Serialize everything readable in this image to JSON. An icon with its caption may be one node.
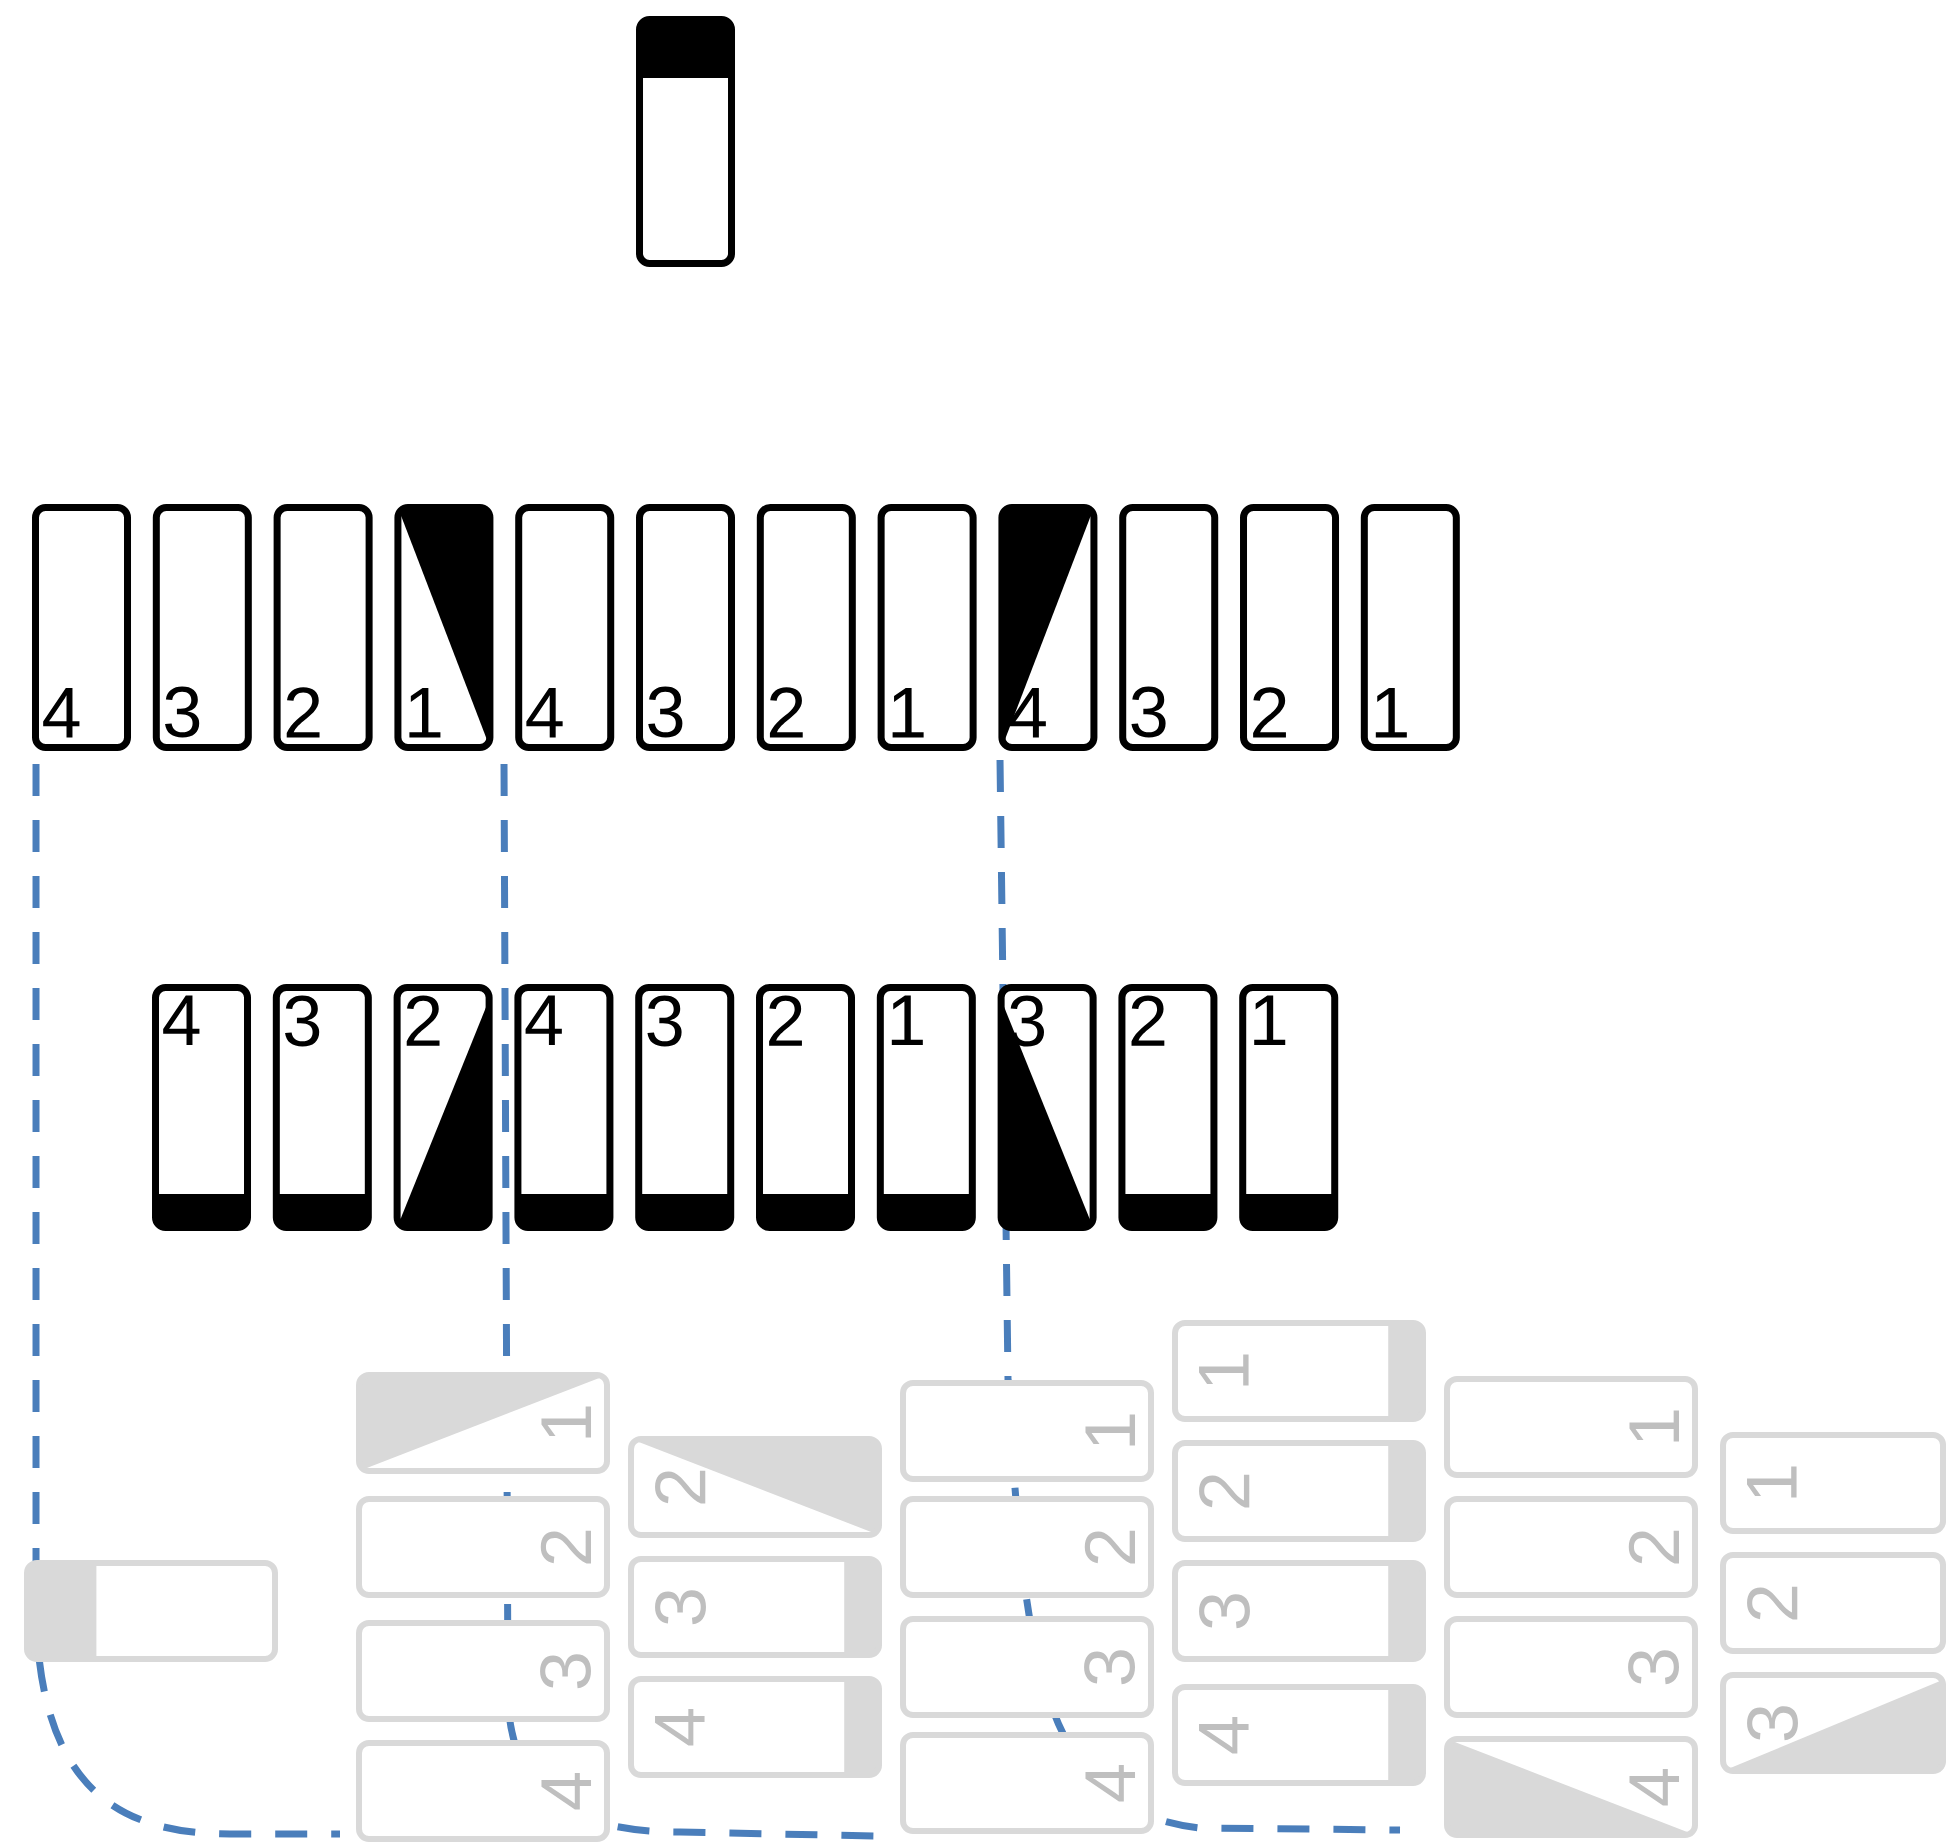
{
  "diagram": {
    "nodes": [
      {
        "text": [],
        "shape": "box"
      },
      {
        "text": [
          "4"
        ]
      },
      {
        "text": [
          "3"
        ]
      },
      {
        "text": [
          "2"
        ]
      },
      {
        "text": [
          "1"
        ]
      },
      {
        "text": [
          "4"
        ]
      },
      {
        "text": [
          "3"
        ]
      },
      {
        "text": [
          "2"
        ]
      },
      {
        "text": [
          "1"
        ]
      },
      {
        "text": [
          "4"
        ]
      },
      {
        "text": [
          "3"
        ]
      },
      {
        "text": [
          "2"
        ]
      },
      {
        "text": [
          "1"
        ]
      },
      {
        "text": [
          "4"
        ]
      },
      {
        "text": [
          "3"
        ]
      },
      {
        "text": [
          "2"
        ]
      },
      {
        "text": [
          "4"
        ]
      },
      {
        "text": [
          "3"
        ]
      },
      {
        "text": [
          "2"
        ]
      },
      {
        "text": [
          "1"
        ]
      },
      {
        "text": [
          "3"
        ]
      },
      {
        "text": [
          "2"
        ]
      },
      {
        "text": [
          "1"
        ]
      },
      {
        "text": [],
        "shape": "box"
      },
      {
        "text": [
          "1"
        ]
      },
      {
        "text": [
          "2"
        ]
      },
      {
        "text": [
          "3"
        ]
      },
      {
        "text": [
          "4"
        ]
      },
      {
        "text": [
          "2"
        ]
      },
      {
        "text": [
          "3"
        ]
      },
      {
        "text": [
          "4"
        ]
      },
      {
        "text": [
          "1"
        ]
      },
      {
        "text": [
          "2"
        ]
      },
      {
        "text": [
          "3"
        ]
      },
      {
        "text": [
          "4"
        ]
      },
      {
        "text": [
          "1"
        ]
      },
      {
        "text": [
          "2"
        ]
      },
      {
        "text": [
          "3"
        ]
      },
      {
        "text": [
          "4"
        ]
      },
      {
        "text": [
          "1"
        ]
      },
      {
        "text": [
          "2"
        ]
      },
      {
        "text": [
          "3"
        ]
      },
      {
        "text": [
          "4"
        ]
      },
      {
        "text": [
          "1"
        ]
      },
      {
        "text": [
          "2"
        ]
      },
      {
        "text": [
          "3"
        ]
      }
    ]
  }
}
